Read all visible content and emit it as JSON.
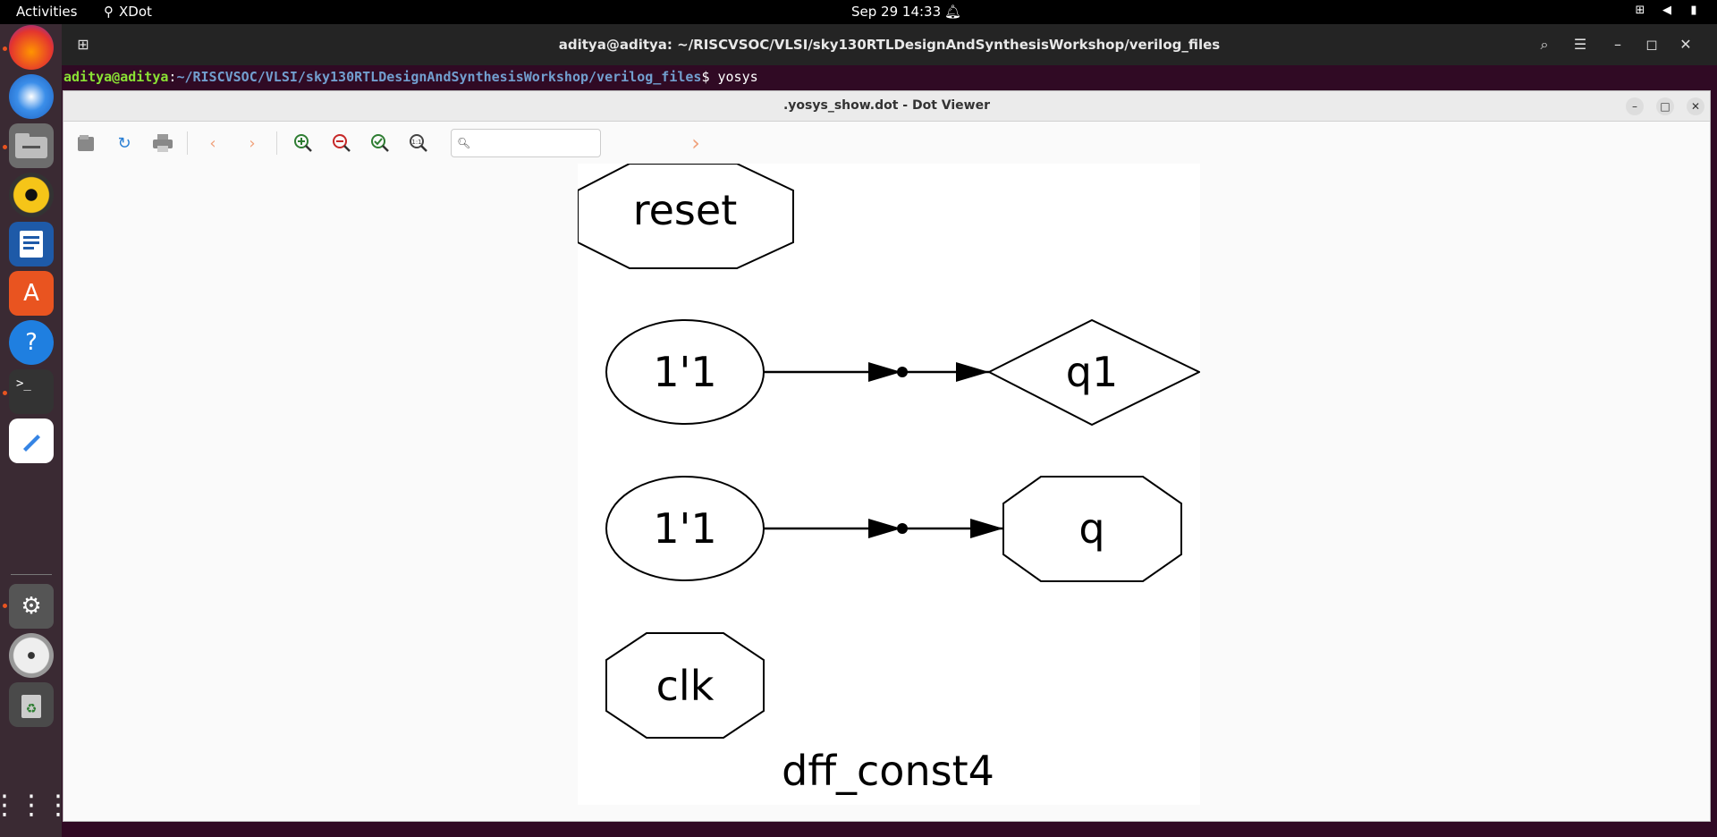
{
  "topbar": {
    "activities": "Activities",
    "app_name": "XDot",
    "clock": "Sep 29  14:33"
  },
  "terminal": {
    "title": "aditya@aditya: ~/RISCVSOC/VLSI/sky130RTLDesignAndSynthesisWorkshop/verilog_files",
    "prompt_user": "aditya@aditya",
    "prompt_sep": ":",
    "prompt_path": "~/RISCVSOC/VLSI/sky130RTLDesignAndSynthesisWorkshop/verilog_files",
    "prompt_symbol": "$ ",
    "command": "yosys"
  },
  "viewer": {
    "title": ".yosys_show.dot - Dot Viewer",
    "search_placeholder": ""
  },
  "graph": {
    "title": "dff_const4",
    "nodes": [
      {
        "id": "reset",
        "label": "reset",
        "shape": "octagon"
      },
      {
        "id": "const1",
        "label": "1'1",
        "shape": "ellipse"
      },
      {
        "id": "q1",
        "label": "q1",
        "shape": "diamond"
      },
      {
        "id": "const2",
        "label": "1'1",
        "shape": "ellipse"
      },
      {
        "id": "q",
        "label": "q",
        "shape": "octagon"
      },
      {
        "id": "clk",
        "label": "clk",
        "shape": "octagon"
      }
    ],
    "edges": [
      {
        "from": "const1",
        "to": "q1"
      },
      {
        "from": "const2",
        "to": "q"
      }
    ]
  }
}
